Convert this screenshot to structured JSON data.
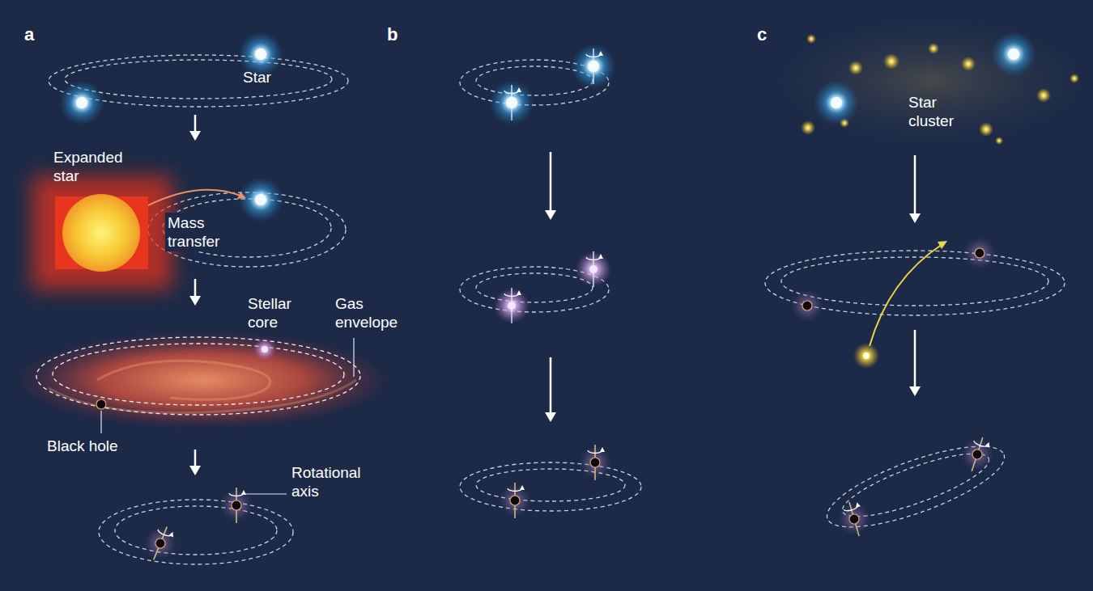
{
  "diagram": {
    "labels": [
      "a",
      "b",
      "c",
      "Star",
      "Expanded star",
      "Mass transfer",
      "Stellar core",
      "Gas envelope",
      "Black hole",
      "Rotational axis",
      "Star cluster"
    ]
  }
}
